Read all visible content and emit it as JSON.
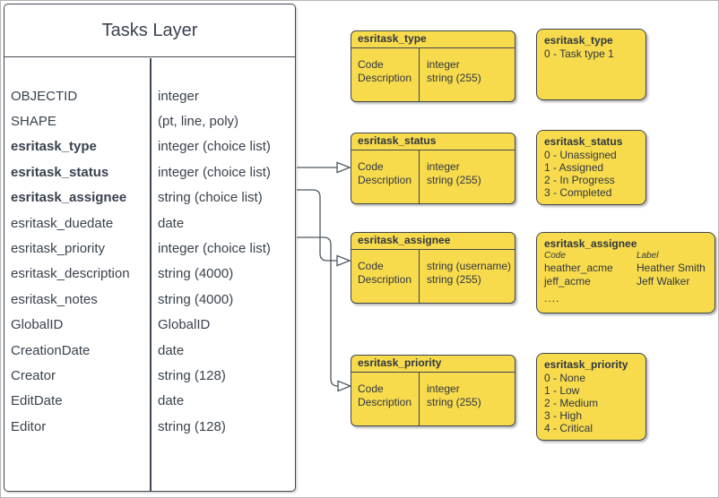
{
  "tasks_layer": {
    "title": "Tasks Layer",
    "fields": [
      {
        "name": "OBJECTID",
        "type": "integer"
      },
      {
        "name": "SHAPE",
        "type": "(pt, line, poly)"
      },
      {
        "name": "esritask_type",
        "type": "integer (choice list)"
      },
      {
        "name": "esritask_status",
        "type": "integer (choice list)"
      },
      {
        "name": "esritask_assignee",
        "type": "string (choice list)"
      },
      {
        "name": "esritask_duedate",
        "type": "date"
      },
      {
        "name": "esritask_priority",
        "type": "integer (choice list)"
      },
      {
        "name": "esritask_description",
        "type": "string (4000)"
      },
      {
        "name": "esritask_notes",
        "type": "string (4000)"
      },
      {
        "name": "GlobalID",
        "type": "GlobalID"
      },
      {
        "name": "CreationDate",
        "type": "date"
      },
      {
        "name": "Creator",
        "type": "string (128)"
      },
      {
        "name": "EditDate",
        "type": "date"
      },
      {
        "name": "Editor",
        "type": "string (128)"
      }
    ]
  },
  "domain_tables": [
    {
      "title": "esritask_type",
      "rows": [
        [
          "Code",
          "integer"
        ],
        [
          "Description",
          "string (255)"
        ]
      ]
    },
    {
      "title": "esritask_status",
      "rows": [
        [
          "Code",
          "integer"
        ],
        [
          "Description",
          "string (255)"
        ]
      ]
    },
    {
      "title": "esritask_assignee",
      "rows": [
        [
          "Code",
          "string (username)"
        ],
        [
          "Description",
          "string (255)"
        ]
      ]
    },
    {
      "title": "esritask_priority",
      "rows": [
        [
          "Code",
          "integer"
        ],
        [
          "Description",
          "string (255)"
        ]
      ]
    }
  ],
  "value_lists": {
    "type": {
      "title": "esritask_type",
      "values": [
        "0 - Task type 1"
      ]
    },
    "status": {
      "title": "esritask_status",
      "values": [
        "0 - Unassigned",
        "1 - Assigned",
        "2 - In Progress",
        "3 - Completed"
      ]
    },
    "assignee": {
      "title": "esritask_assignee",
      "col_headers": [
        "Code",
        "Label"
      ],
      "rows": [
        [
          "heather_acme",
          "Heather Smith"
        ],
        [
          "jeff_acme",
          "Jeff Walker"
        ]
      ],
      "ellipsis": "...."
    },
    "priority": {
      "title": "esritask_priority",
      "values": [
        "0 - None",
        "1 - Low",
        "2 - Medium",
        "3 - High",
        "4 - Critical"
      ]
    }
  },
  "colors": {
    "shape_fill": "#F8DB4D",
    "shape_border": "#3F4750",
    "text": "#39424D",
    "connector": "#4E5761"
  }
}
